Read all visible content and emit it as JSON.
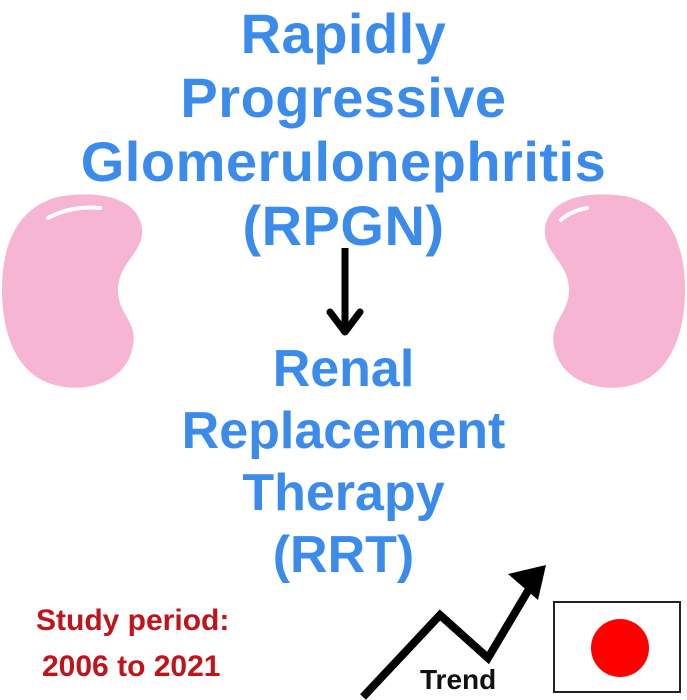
{
  "title": {
    "line1": "Rapidly",
    "line2": "Progressive",
    "line3": "Glomerulonephritis",
    "line4": "(RPGN)"
  },
  "result": {
    "line1": "Renal",
    "line2": "Replacement",
    "line3": "Therapy",
    "line4": "(RRT)"
  },
  "study_period": {
    "line1": "Study period:",
    "line2": "2006 to 2021"
  },
  "trend_label": "Trend",
  "icons": {
    "left_kidney": "kidney-icon",
    "right_kidney": "kidney-icon",
    "down_arrow": "arrow-down-icon",
    "trend_arrow": "trend-up-arrow-icon",
    "flag": "japan-flag-icon"
  },
  "colors": {
    "title_text": "#3b8bea",
    "period_text": "#c0141c",
    "kidney_fill": "#f7b5d4",
    "flag_disc": "#ff0000"
  }
}
